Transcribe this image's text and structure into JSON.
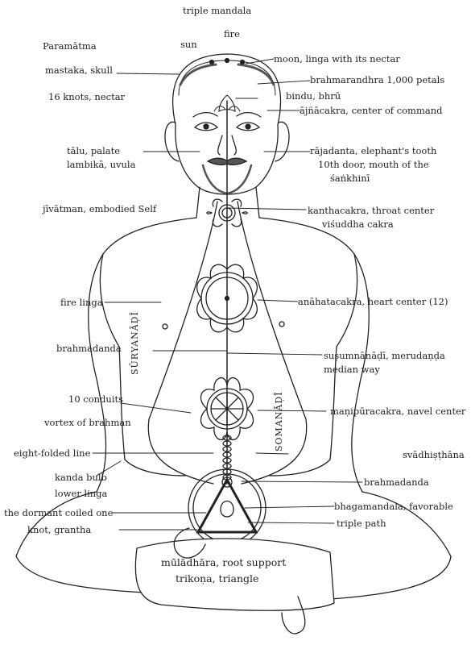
{
  "labels": {
    "triple_mandala": "triple mandala",
    "fire": "fire",
    "sun": "sun",
    "paramatma": "Paramātma",
    "moon": "moon, linga with its nectar",
    "mastaka": "mastaka, skull",
    "brahmarandhra": "brahmarandhra 1,000 petals",
    "bindu": "bindu, bhrū",
    "knots": "16 knots, nectar",
    "ajnacakra": "ājñācakra, center of command",
    "talu": "tālu, palate",
    "lambika": "lambikā, uvula",
    "rajadanta": "rājadanta, elephant's tooth",
    "door": "10th door, mouth of the",
    "sankhini": "śaṅkhinī",
    "jivatman": "jīvātman, embodied Self",
    "kanthacakra": "kanthacakra, throat center",
    "visuddha": "viśuddha cakra",
    "fire_linga": "fire linga",
    "anahata": "anāhatacakra, heart center (12)",
    "brahmadanda_left": "brahmadanda",
    "susumna": "suṣumnānāḍī, merudaṇḍa",
    "median_way": "median way",
    "conduits": "10 conduits",
    "vortex": "vortex of brahman",
    "manipura": "maṇipūracakra, navel center",
    "eight_folded": "eight-folded line",
    "svadhisthana": "svādhiṣṭhāna",
    "kanda": "kanda bulb",
    "brahmadanda_right": "brahmadanda",
    "lower_linga": "lower linga",
    "dormant": "the dormant coiled one",
    "bhagamandala": "bhagamandala, favorable",
    "knot": "knot, grantha",
    "triple_path": "triple path",
    "muladhara": "mūlādhāra, root support",
    "trikona": "trikoṇa, triangle",
    "suryanadi": "SŪRYANĀḌĪ",
    "somanadi": "SOMANĀḌĪ"
  },
  "colors": {
    "ink": "#222222",
    "background": "#ffffff"
  }
}
